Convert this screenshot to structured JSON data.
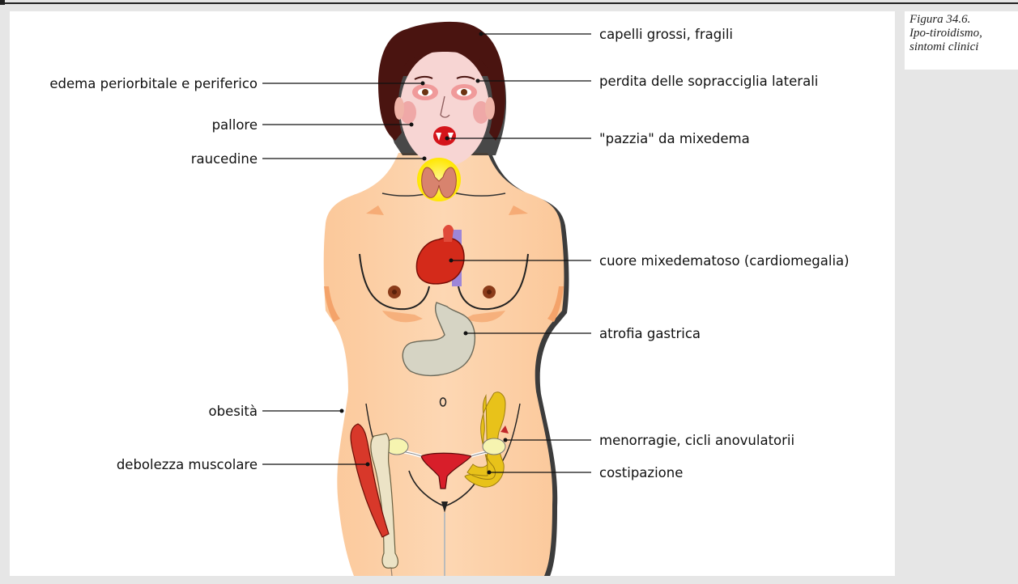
{
  "caption": {
    "line1": "Figura 34.6.",
    "line2": "Ipo-tiroidismo,",
    "line3": "sintomi clinici"
  },
  "labels": {
    "left": {
      "edema": "edema periorbitale e periferico",
      "pallore": "pallore",
      "raucedine": "raucedine",
      "obesita": "obesità",
      "debolezza": "debolezza muscolare"
    },
    "right": {
      "capelli": "capelli grossi, fragili",
      "sopracciglia": "perdita delle sopracciglia laterali",
      "pazzia": "\"pazzia\" da mixedema",
      "cuore": "cuore mixedematoso (cardiomegalia)",
      "atrofia": "atrofia gastrica",
      "menorragie": "menorragie, cicli anovulatorii",
      "costipazione": "costipazione"
    }
  },
  "colors": {
    "skin": "#fcd0a8",
    "skin_shadow": "#f4a36a",
    "hair": "#4a1410",
    "face": "#f7d5d3",
    "thyroid": "#d8836e",
    "thyroid_glow": "#fff24a",
    "heart": "#d42a1a",
    "vessel": "#9d86d8",
    "stomach": "#d6d4c4",
    "colon": "#e8c21a",
    "uterus": "#d81e2a",
    "muscle": "#d8382a",
    "bone": "#ece3c6"
  }
}
